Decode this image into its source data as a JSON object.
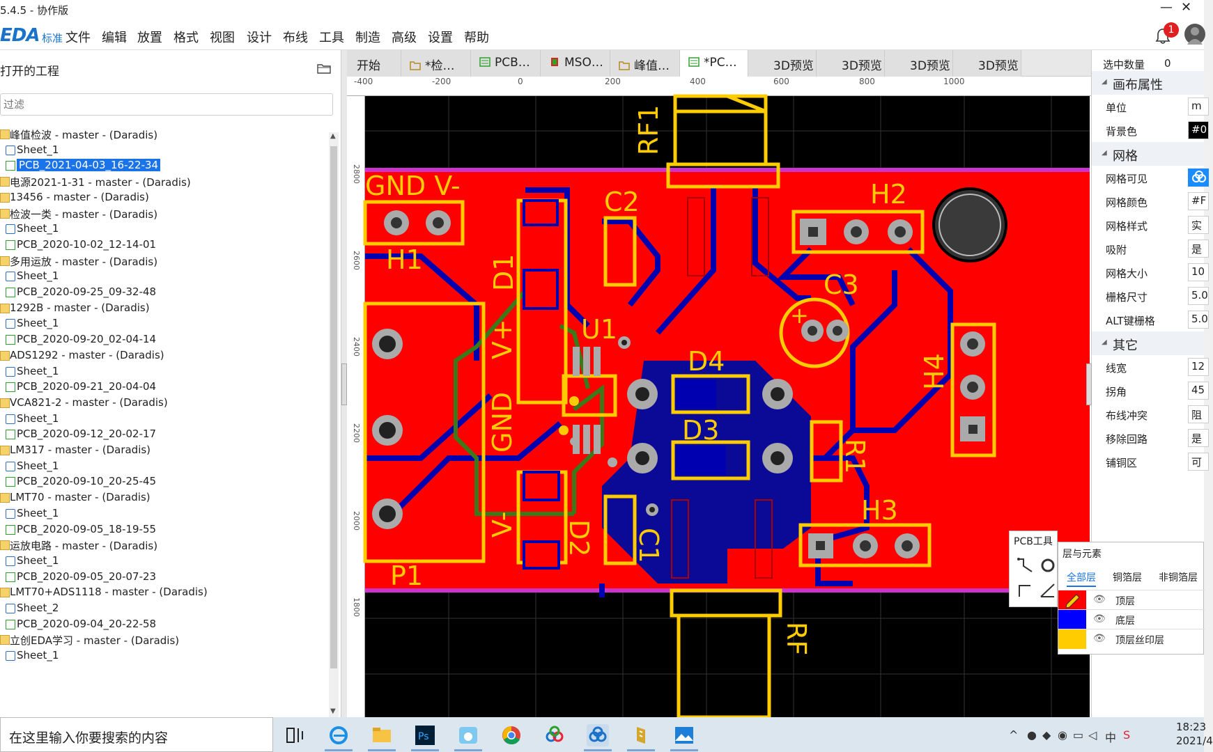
{
  "window": {
    "title": "5.4.5 - 协作版",
    "min": "—",
    "close": "✕"
  },
  "menubar": {
    "logo": "EDA",
    "logo_sub": "标准",
    "items": [
      "文件",
      "编辑",
      "放置",
      "格式",
      "视图",
      "设计",
      "布线",
      "工具",
      "制造",
      "高级",
      "设置",
      "帮助"
    ],
    "notification_count": "1"
  },
  "left": {
    "header": "打开的工程",
    "filter_placeholder": "过滤",
    "tree": [
      {
        "type": "folder",
        "label": "峰值检波 - master - (Daradis)"
      },
      {
        "type": "sheet",
        "label": "Sheet_1"
      },
      {
        "type": "pcb",
        "label": "PCB_2021-04-03_16-22-34",
        "selected": true
      },
      {
        "type": "folder",
        "label": "电源2021-1-31 - master - (Daradis)"
      },
      {
        "type": "folder",
        "label": "13456 - master - (Daradis)"
      },
      {
        "type": "folder",
        "label": "检波一类 - master - (Daradis)"
      },
      {
        "type": "sheet",
        "label": "Sheet_1"
      },
      {
        "type": "pcb",
        "label": "PCB_2020-10-02_12-14-01"
      },
      {
        "type": "folder",
        "label": "多用运放 - master - (Daradis)"
      },
      {
        "type": "sheet",
        "label": "Sheet_1"
      },
      {
        "type": "pcb",
        "label": "PCB_2020-09-25_09-32-48"
      },
      {
        "type": "folder",
        "label": "1292B - master - (Daradis)"
      },
      {
        "type": "sheet",
        "label": "Sheet_1"
      },
      {
        "type": "pcb",
        "label": "PCB_2020-09-20_02-04-14"
      },
      {
        "type": "folder",
        "label": "ADS1292 - master - (Daradis)"
      },
      {
        "type": "sheet",
        "label": "Sheet_1"
      },
      {
        "type": "pcb",
        "label": "PCB_2020-09-21_20-04-04"
      },
      {
        "type": "folder",
        "label": "VCA821-2 - master - (Daradis)"
      },
      {
        "type": "sheet",
        "label": "Sheet_1"
      },
      {
        "type": "pcb",
        "label": "PCB_2020-09-12_20-02-17"
      },
      {
        "type": "folder",
        "label": "LM317 - master - (Daradis)"
      },
      {
        "type": "sheet",
        "label": "Sheet_1"
      },
      {
        "type": "pcb",
        "label": "PCB_2020-09-10_20-25-45"
      },
      {
        "type": "folder",
        "label": "LMT70 - master - (Daradis)"
      },
      {
        "type": "sheet",
        "label": "Sheet_1"
      },
      {
        "type": "pcb",
        "label": "PCB_2020-09-05_18-19-55"
      },
      {
        "type": "folder",
        "label": "运放电路 - master - (Daradis)"
      },
      {
        "type": "sheet",
        "label": "Sheet_1"
      },
      {
        "type": "pcb",
        "label": "PCB_2020-09-05_20-07-23"
      },
      {
        "type": "folder",
        "label": "LMT70+ADS1118 - master - (Daradis)"
      },
      {
        "type": "sheet",
        "label": "Sheet_2"
      },
      {
        "type": "pcb",
        "label": "PCB_2020-09-04_20-22-58"
      },
      {
        "type": "folder",
        "label": "立创EDA学习 - master - (Daradis)"
      },
      {
        "type": "sheet",
        "label": "Sheet_1"
      }
    ]
  },
  "tabs": [
    {
      "label": "开始",
      "icon": "none"
    },
    {
      "label": "*检…",
      "icon": "folder"
    },
    {
      "label": "PCB…",
      "icon": "pcb"
    },
    {
      "label": "MSO…",
      "icon": "chip"
    },
    {
      "label": "峰值…",
      "icon": "folder"
    },
    {
      "label": "*PC…",
      "icon": "pcb",
      "active": true
    },
    {
      "label": "3D预览",
      "icon": "none"
    },
    {
      "label": "3D预览",
      "icon": "none"
    },
    {
      "label": "3D预览",
      "icon": "none"
    },
    {
      "label": "3D预览",
      "icon": "none"
    }
  ],
  "ruler": {
    "top": [
      "-400",
      "-200",
      "0",
      "200",
      "400",
      "600",
      "800",
      "1000"
    ],
    "left": [
      "2800",
      "2600",
      "2400",
      "2200",
      "2000",
      "1800"
    ]
  },
  "pcb_labels": {
    "rf1": "RF1",
    "gnd_v": "GND V-",
    "h1": "H1",
    "d1": "D1",
    "c2": "C2",
    "h2": "H2",
    "c3": "C3",
    "c3_plus": "+",
    "u1": "U1",
    "vplus": "V+",
    "gnd": "GND",
    "d4": "D4",
    "d3": "D3",
    "h4": "H4",
    "r1": "R1",
    "vminus": "V-",
    "d2": "D2",
    "c1": "C1",
    "h3": "H3",
    "p1": "P1",
    "rf2": "RF"
  },
  "right": {
    "sel_count_label": "选中数量",
    "sel_count_value": "0",
    "sections": {
      "canvas": "画布属性",
      "grid": "网格",
      "other": "其它"
    },
    "rows": {
      "unit": {
        "label": "单位",
        "value": "m"
      },
      "bg": {
        "label": "背景色",
        "value": "#0"
      },
      "grid_visible": {
        "label": "网格可见"
      },
      "grid_color": {
        "label": "网格颜色",
        "value": "#F"
      },
      "grid_style": {
        "label": "网格样式",
        "value": "实"
      },
      "snap": {
        "label": "吸附",
        "value": "是"
      },
      "grid_size": {
        "label": "网格大小",
        "value": "10"
      },
      "fence_size": {
        "label": "栅格尺寸",
        "value": "5.0"
      },
      "alt_fence": {
        "label": "ALT键栅格",
        "value": "5.0"
      },
      "line_width": {
        "label": "线宽",
        "value": "12"
      },
      "corner": {
        "label": "拐角",
        "value": "45"
      },
      "conflict": {
        "label": "布线冲突",
        "value": "阻"
      },
      "remove_loop": {
        "label": "移除回路",
        "value": "是"
      },
      "copper_area": {
        "label": "铺铜区",
        "value": "可"
      }
    }
  },
  "pcbtool": {
    "title": "PCB工具"
  },
  "layers": {
    "title": "层与元素",
    "tabs": [
      "全部层",
      "铜箔层",
      "非铜箔层"
    ],
    "rows": [
      {
        "name": "顶层",
        "color": "#ff0000",
        "eye": "👁"
      },
      {
        "name": "底层",
        "color": "#0000ff",
        "eye": "👁"
      },
      {
        "name": "顶层丝印层",
        "color": "#ffcc00",
        "eye": "👁"
      }
    ]
  },
  "taskbar": {
    "search": "在这里输入你要搜索的内容",
    "time": "18:23",
    "date": "2021/4"
  }
}
